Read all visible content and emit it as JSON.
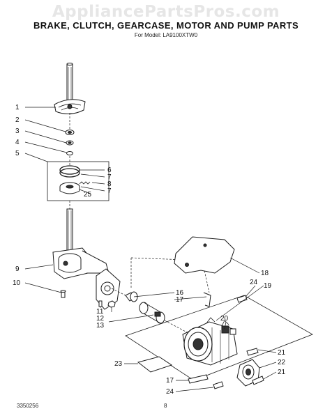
{
  "watermark": "AppliancePartsPros.com",
  "title": "BRAKE, CLUTCH, GEARCASE, MOTOR AND PUMP PARTS",
  "model": "For Model: LA9100XTW0",
  "footer": {
    "doc_number": "3350256",
    "page_number": "8"
  },
  "callouts": [
    "1",
    "2",
    "3",
    "4",
    "5",
    "6",
    "7",
    "8",
    "7",
    "25",
    "9",
    "10",
    "11",
    "12",
    "13",
    "16",
    "17",
    "18",
    "24",
    "19",
    "20",
    "21",
    "22",
    "21",
    "23",
    "17",
    "24"
  ],
  "colors": {
    "ink": "#1a1a1a",
    "paper": "#ffffff",
    "watermark": "#e6e6e6"
  }
}
